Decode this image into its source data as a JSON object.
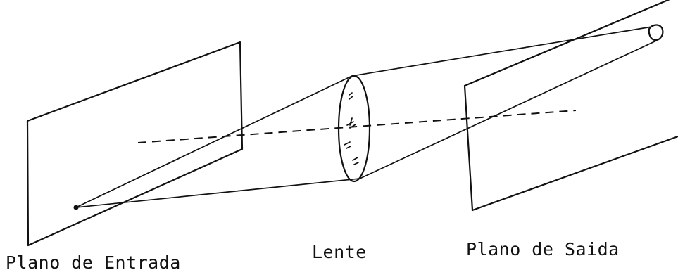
{
  "labels": {
    "input_plane": "Plano de Entrada",
    "lens": "Lente",
    "output_plane": "Plano de Saida"
  },
  "icons": {
    "input_point": "dot",
    "output_image": "blob"
  }
}
